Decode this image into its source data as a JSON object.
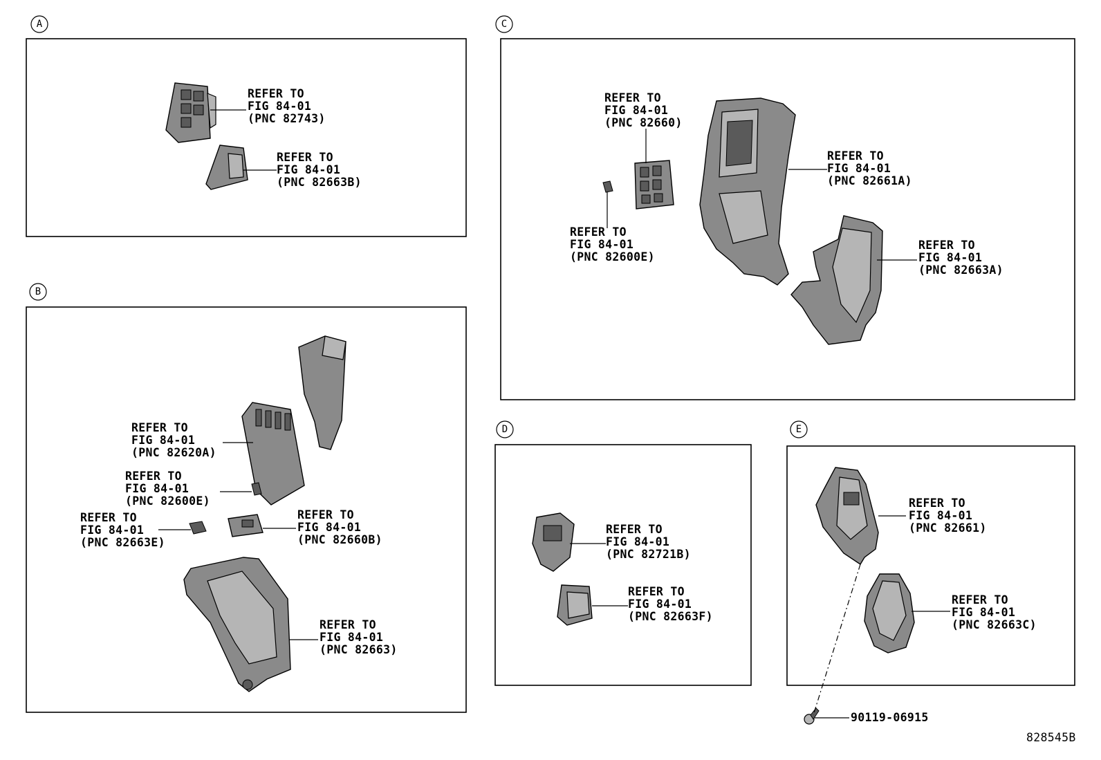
{
  "sections": [
    {
      "id": "A",
      "letter": "A"
    },
    {
      "id": "B",
      "letter": "B"
    },
    {
      "id": "C",
      "letter": "C"
    },
    {
      "id": "D",
      "letter": "D"
    },
    {
      "id": "E",
      "letter": "E"
    }
  ],
  "callouts": {
    "a1": {
      "l1": "REFER TO",
      "l2": "FIG 84-01",
      "l3": "(PNC 82743)"
    },
    "a2": {
      "l1": "REFER TO",
      "l2": "FIG 84-01",
      "l3": "(PNC 82663B)"
    },
    "b1": {
      "l1": "REFER TO",
      "l2": "FIG 84-01",
      "l3": "(PNC 82620A)"
    },
    "b2": {
      "l1": "REFER TO",
      "l2": "FIG 84-01",
      "l3": "(PNC 82600E)"
    },
    "b3": {
      "l1": "REFER TO",
      "l2": "FIG 84-01",
      "l3": "(PNC 82663E)"
    },
    "b4": {
      "l1": "REFER TO",
      "l2": "FIG 84-01",
      "l3": "(PNC 82660B)"
    },
    "b5": {
      "l1": "REFER TO",
      "l2": "FIG 84-01",
      "l3": "(PNC 82663)"
    },
    "c1": {
      "l1": "REFER TO",
      "l2": "FIG 84-01",
      "l3": "(PNC 82660)"
    },
    "c2": {
      "l1": "REFER TO",
      "l2": "FIG 84-01",
      "l3": "(PNC 82600E)"
    },
    "c3": {
      "l1": "REFER TO",
      "l2": "FIG 84-01",
      "l3": "(PNC 82661A)"
    },
    "c4": {
      "l1": "REFER TO",
      "l2": "FIG 84-01",
      "l3": "(PNC 82663A)"
    },
    "d1": {
      "l1": "REFER TO",
      "l2": "FIG 84-01",
      "l3": "(PNC 82721B)"
    },
    "d2": {
      "l1": "REFER TO",
      "l2": "FIG 84-01",
      "l3": "(PNC 82663F)"
    },
    "e1": {
      "l1": "REFER TO",
      "l2": "FIG 84-01",
      "l3": "(PNC 82661)"
    },
    "e2": {
      "l1": "REFER TO",
      "l2": "FIG 84-01",
      "l3": "(PNC 82663C)"
    }
  },
  "bolt_part_number": "90119-06915",
  "drawing_number": "828545B",
  "colors": {
    "line": "#000000",
    "part_fill": "#8a8a8a",
    "background": "#ffffff"
  }
}
